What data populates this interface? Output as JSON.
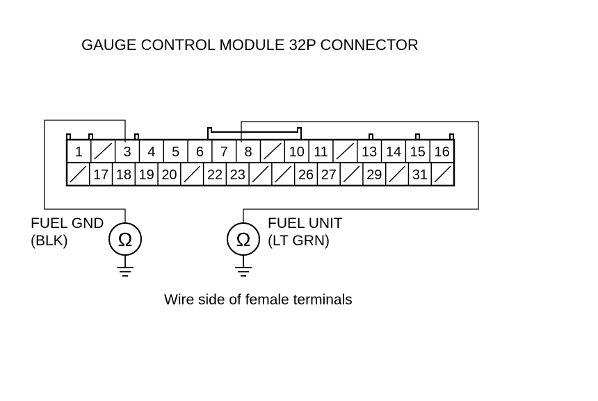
{
  "title": "GAUGE CONTROL MODULE 32P CONNECTOR",
  "connector": {
    "top_row": [
      "1",
      "",
      "3",
      "4",
      "5",
      "6",
      "7",
      "8",
      "",
      "10",
      "11",
      "",
      "13",
      "14",
      "15",
      "16"
    ],
    "bottom_row": [
      "",
      "17",
      "18",
      "19",
      "20",
      "",
      "22",
      "23",
      "",
      "",
      "26",
      "27",
      "",
      "29",
      "",
      "31",
      ""
    ]
  },
  "probes": [
    {
      "label_line1": "FUEL GND",
      "label_line2": "(BLK)",
      "terminal": "3",
      "meter_symbol": "Ω"
    },
    {
      "label_line1": "FUEL UNIT",
      "label_line2": "(LT GRN)",
      "terminal": "8",
      "meter_symbol": "Ω"
    }
  ],
  "caption": "Wire side of female terminals"
}
